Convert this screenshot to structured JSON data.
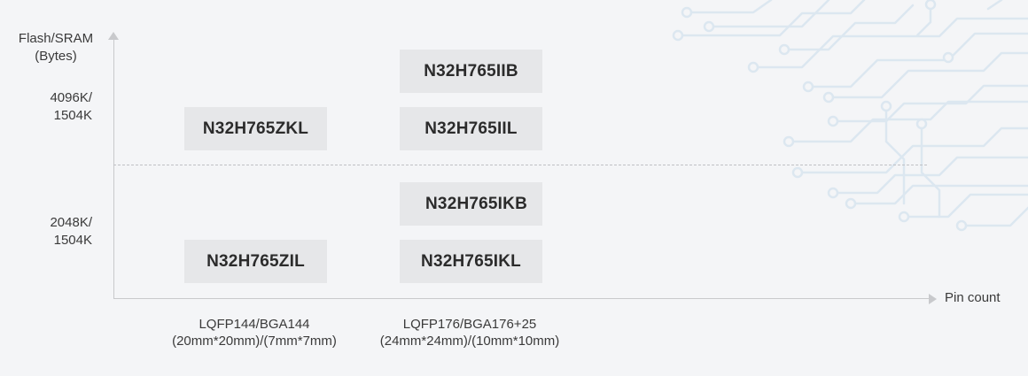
{
  "axes": {
    "y_title_line1": "Flash/SRAM",
    "y_title_line2": "(Bytes)",
    "x_title": "Pin count",
    "y_tiers": [
      {
        "line1": "4096K/",
        "line2": "1504K"
      },
      {
        "line1": "2048K/",
        "line2": "1504K"
      }
    ],
    "x_packages": [
      {
        "line1": "LQFP144/BGA144",
        "line2": "(20mm*20mm)/(7mm*7mm)"
      },
      {
        "line1": "LQFP176/BGA176+25",
        "line2": "(24mm*24mm)/(10mm*10mm)"
      }
    ]
  },
  "chips": {
    "iib": "N32H765IIB",
    "zkl": "N32H765ZKL",
    "iil": "N32H765IIL",
    "ikb": "N32H765IKB",
    "zil": "N32H765ZIL",
    "ikl": "N32H765IKL"
  },
  "colors": {
    "background": "#f4f5f7",
    "chip_fill": "#e6e7e9",
    "axis": "#c8c9cc",
    "circuit": "#dbe6ef"
  }
}
